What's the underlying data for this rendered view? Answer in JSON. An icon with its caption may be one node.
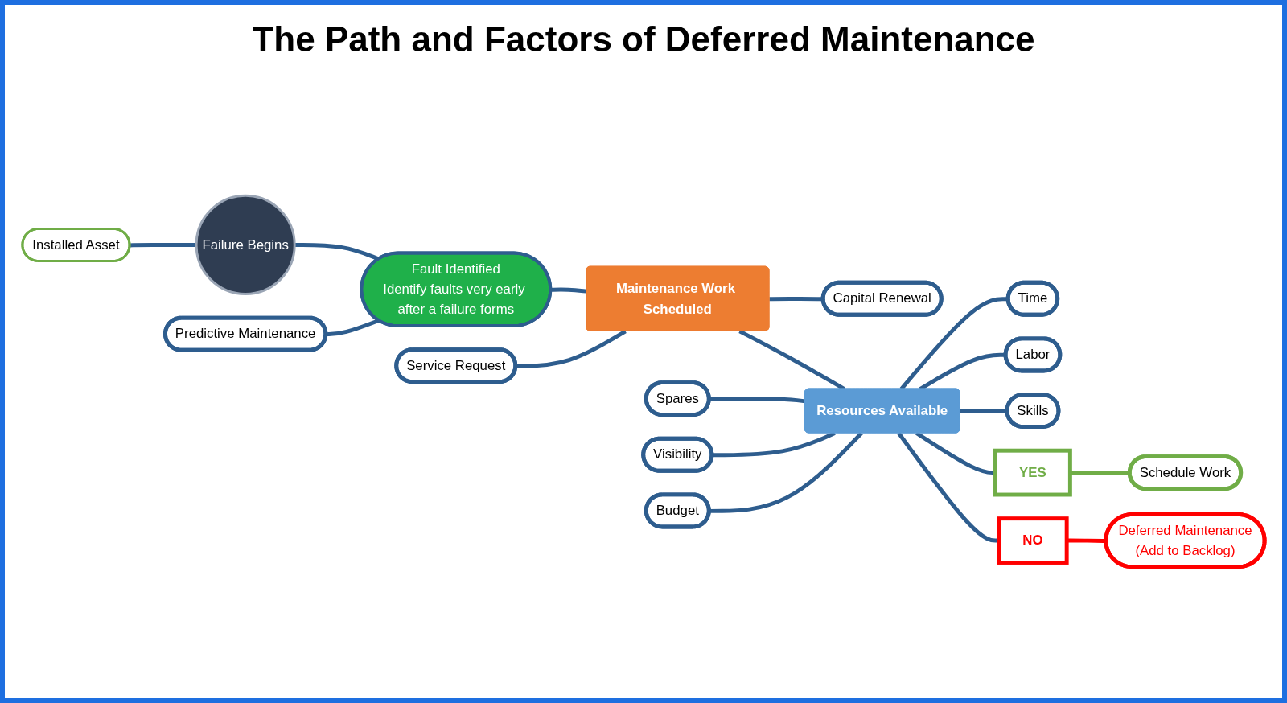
{
  "diagram": {
    "title": "The Path and Factors of Deferred Maintenance",
    "nodes": [
      {
        "text": [
          "Installed Asset"
        ]
      },
      {
        "text": [
          "Failure Begins"
        ]
      },
      {
        "text": [
          "Fault Identified",
          "Identify faults very early after a failure forms"
        ]
      },
      {
        "text": [
          "Predictive Maintenance"
        ]
      },
      {
        "text": [
          "Maintenance Work Scheduled"
        ]
      },
      {
        "text": [
          "Service Request"
        ]
      },
      {
        "text": [
          "Capital Renewal"
        ]
      },
      {
        "text": [
          "Resources Available"
        ]
      },
      {
        "text": [
          "Spares"
        ]
      },
      {
        "text": [
          "Visibility"
        ]
      },
      {
        "text": [
          "Budget"
        ]
      },
      {
        "text": [
          "Time"
        ]
      },
      {
        "text": [
          "Labor"
        ]
      },
      {
        "text": [
          "Skills"
        ]
      },
      {
        "text": [
          "YES"
        ]
      },
      {
        "text": [
          "Schedule Work"
        ]
      },
      {
        "text": [
          "NO"
        ]
      },
      {
        "text": [
          "Deferred Maintenance",
          "(Add to Backlog)"
        ]
      }
    ],
    "edges": [
      {
        "from": 0,
        "to": 1,
        "arrow": "none"
      },
      {
        "from": 1,
        "to": 2,
        "arrow": "none"
      },
      {
        "from": 3,
        "to": 2,
        "arrow": "none"
      },
      {
        "from": 2,
        "to": 4,
        "arrow": "none"
      },
      {
        "from": 5,
        "to": 4,
        "arrow": "none"
      },
      {
        "from": 4,
        "to": 6,
        "arrow": "none"
      },
      {
        "from": 4,
        "to": 7,
        "arrow": "none"
      },
      {
        "from": 8,
        "to": 7,
        "arrow": "none"
      },
      {
        "from": 9,
        "to": 7,
        "arrow": "none"
      },
      {
        "from": 10,
        "to": 7,
        "arrow": "none"
      },
      {
        "from": 7,
        "to": 11,
        "arrow": "none"
      },
      {
        "from": 7,
        "to": 12,
        "arrow": "none"
      },
      {
        "from": 7,
        "to": 13,
        "arrow": "none"
      },
      {
        "from": 7,
        "to": 14,
        "arrow": "none"
      },
      {
        "from": 7,
        "to": 16,
        "arrow": "none"
      },
      {
        "from": 14,
        "to": 15,
        "arrow": "none",
        "color": "#70ad47"
      },
      {
        "from": 16,
        "to": 17,
        "arrow": "none",
        "color": "#ff0000"
      }
    ]
  }
}
